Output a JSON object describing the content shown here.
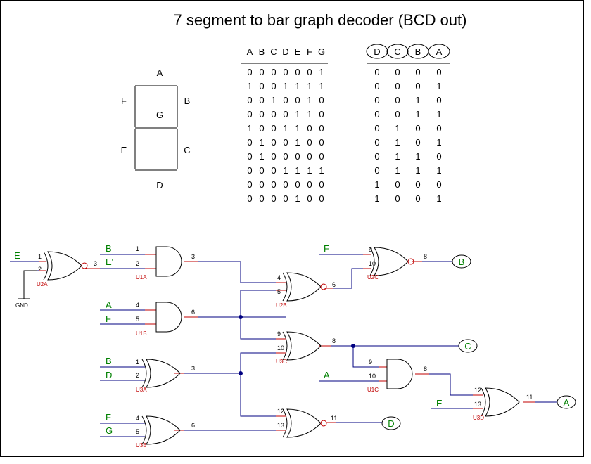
{
  "title": "7 segment to bar graph decoder (BCD out)",
  "segment_labels": {
    "a": "A",
    "b": "B",
    "c": "C",
    "d": "D",
    "e": "E",
    "f": "F",
    "g": "G"
  },
  "truth_table": {
    "input_headers": [
      "A",
      "B",
      "C",
      "D",
      "E",
      "F",
      "G"
    ],
    "output_headers": [
      "D",
      "C",
      "B",
      "A"
    ],
    "rows": [
      {
        "in": [
          "0",
          "0",
          "0",
          "0",
          "0",
          "0",
          "1"
        ],
        "out": [
          "0",
          "0",
          "0",
          "0"
        ]
      },
      {
        "in": [
          "1",
          "0",
          "0",
          "1",
          "1",
          "1",
          "1"
        ],
        "out": [
          "0",
          "0",
          "0",
          "1"
        ]
      },
      {
        "in": [
          "0",
          "0",
          "1",
          "0",
          "0",
          "1",
          "0"
        ],
        "out": [
          "0",
          "0",
          "1",
          "0"
        ]
      },
      {
        "in": [
          "0",
          "0",
          "0",
          "0",
          "1",
          "1",
          "0"
        ],
        "out": [
          "0",
          "0",
          "1",
          "1"
        ]
      },
      {
        "in": [
          "1",
          "0",
          "0",
          "1",
          "1",
          "0",
          "0"
        ],
        "out": [
          "0",
          "1",
          "0",
          "0"
        ]
      },
      {
        "in": [
          "0",
          "1",
          "0",
          "0",
          "1",
          "0",
          "0"
        ],
        "out": [
          "0",
          "1",
          "0",
          "1"
        ]
      },
      {
        "in": [
          "0",
          "1",
          "0",
          "0",
          "0",
          "0",
          "0"
        ],
        "out": [
          "0",
          "1",
          "1",
          "0"
        ]
      },
      {
        "in": [
          "0",
          "0",
          "0",
          "1",
          "1",
          "1",
          "1"
        ],
        "out": [
          "0",
          "1",
          "1",
          "1"
        ]
      },
      {
        "in": [
          "0",
          "0",
          "0",
          "0",
          "0",
          "0",
          "0"
        ],
        "out": [
          "1",
          "0",
          "0",
          "0"
        ]
      },
      {
        "in": [
          "0",
          "0",
          "0",
          "0",
          "1",
          "0",
          "0"
        ],
        "out": [
          "1",
          "0",
          "0",
          "1"
        ]
      }
    ]
  },
  "gates": {
    "U2A": "U2A",
    "U1A": "U1A",
    "U1B": "U1B",
    "U2B": "U2B",
    "U2C": "U2C",
    "U3C": "U3C",
    "U3A": "U3A",
    "U1C": "U1C",
    "U3B": "U3B",
    "U3D": "U3D"
  },
  "signals": {
    "E": "E",
    "B": "B",
    "E_prime": "E'",
    "A": "A",
    "F": "F",
    "D": "D",
    "G": "G",
    "C": "C",
    "GND": "GND"
  },
  "pins": {
    "p1": "1",
    "p2": "2",
    "p3": "3",
    "p4": "4",
    "p5": "5",
    "p6": "6",
    "p8": "8",
    "p9": "9",
    "p10": "10",
    "p11": "11",
    "p12": "12",
    "p13": "13"
  },
  "colors": {
    "wire": "#000080",
    "stub": "#c00000",
    "gate": "#000000",
    "ref": "#c00000",
    "signal": "#008000",
    "pin": "#000000"
  }
}
